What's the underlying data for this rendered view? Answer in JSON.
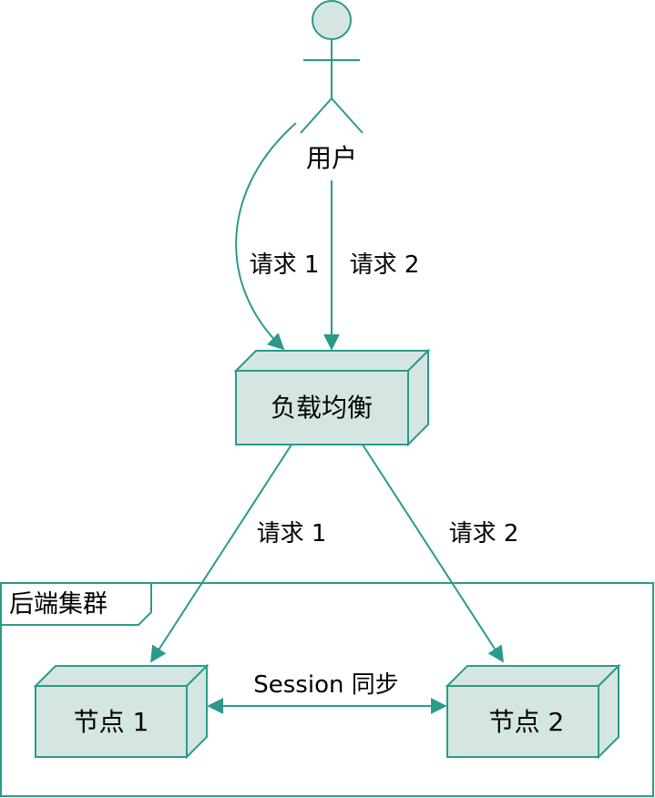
{
  "colors": {
    "stroke": "#2a9a8a",
    "node_fill": "#d5e6e2",
    "actor_fill": "#d5e6e2",
    "text": "#000000"
  },
  "actor": {
    "label": "用户",
    "icon": "person-icon"
  },
  "load_balancer": {
    "label": "负载均衡"
  },
  "cluster": {
    "label": "后端集群"
  },
  "nodes": [
    {
      "label": "节点 1"
    },
    {
      "label": "节点 2"
    }
  ],
  "edges": {
    "user_to_lb_1": "请求 1",
    "user_to_lb_2": "请求 2",
    "lb_to_node_1": "请求 1",
    "lb_to_node_2": "请求 2",
    "sync": "Session 同步"
  }
}
